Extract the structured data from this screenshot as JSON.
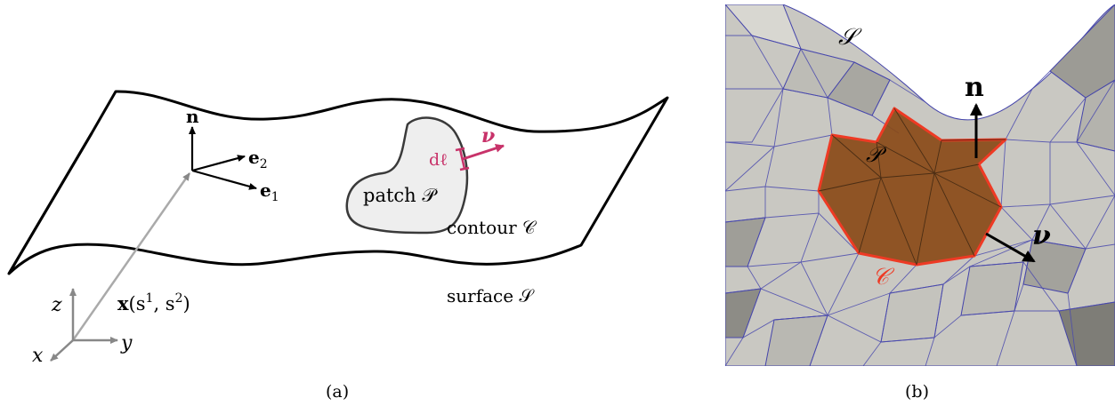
{
  "panel_a": {
    "caption": "(a)",
    "normal_label": "n",
    "e1_label": "e",
    "e1_sub": "1",
    "e2_label": "e",
    "e2_sub": "2",
    "position_label": "x",
    "position_args": "(s",
    "position_sup1": "1",
    "position_mid": ", s",
    "position_sup2": "2",
    "position_close": ")",
    "patch_label": "patch 𝒫",
    "dl_label": "dℓ",
    "nu_label": "ν",
    "contour_label": "contour 𝒞",
    "surface_label": "surface 𝒮",
    "axis_z": "z",
    "axis_y": "y",
    "axis_x": "x",
    "colors": {
      "highlight": "#c8336a",
      "patch_fill": "#eeeeee",
      "axis_gray": "#888888"
    }
  },
  "panel_b": {
    "caption": "(b)",
    "surface_label": "𝒮",
    "patch_label": "𝒫",
    "normal_label": "n",
    "nu_label": "ν",
    "contour_label": "𝒞",
    "colors": {
      "patch_fill": "#8a4a18",
      "contour": "#ee3a24",
      "mesh": "#4444aa",
      "surface": "#c9c8c2"
    }
  }
}
